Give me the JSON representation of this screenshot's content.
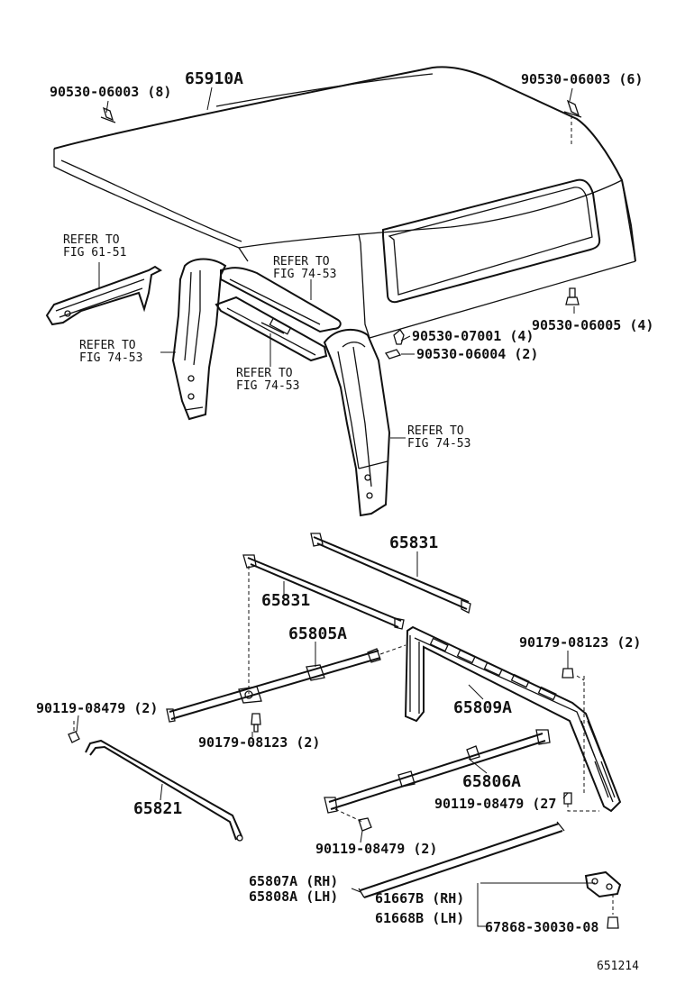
{
  "labels": {
    "hardtop": "65910A",
    "bolt_left": "90530-06003 (8)",
    "bolt_right": "90530-06003 (6)",
    "bolt_mid_right": "90530-06005 (4)",
    "clip_a": "90530-07001 (4)",
    "clip_b": "90530-06004 (2)",
    "bar_upper": "65831",
    "bar_lower": "65831",
    "bar_front": "65805A",
    "frame": "65809A",
    "screw_upper": "90179-08123 (2)",
    "screw_lower": "90179-08123 (2)",
    "nut_left": "90119-08479 (2)",
    "nut_mid": "90119-08479 (27",
    "nut_bottom": "90119-08479 (2)",
    "rod_left": "65821",
    "bar_rear": "65806A",
    "rail_rh": "65807A (RH)",
    "rail_lh": "65808A (LH)",
    "bracket_rh": "61667B (RH)",
    "bracket_lh": "61668B (LH)",
    "bracket_screw": "67868-30030-08",
    "figure_number": "651214"
  },
  "refs": {
    "r1_line1": "REFER TO",
    "r1_line2": "FIG  61-51",
    "r2_line1": "REFER TO",
    "r2_line2": "FIG  74-53",
    "r3_line1": "REFER TO",
    "r3_line2": "FIG  74-53",
    "r4_line1": "REFER TO",
    "r4_line2": "FIG  74-53",
    "r5_line1": "REFER TO",
    "r5_line2": "FIG  74-53"
  }
}
